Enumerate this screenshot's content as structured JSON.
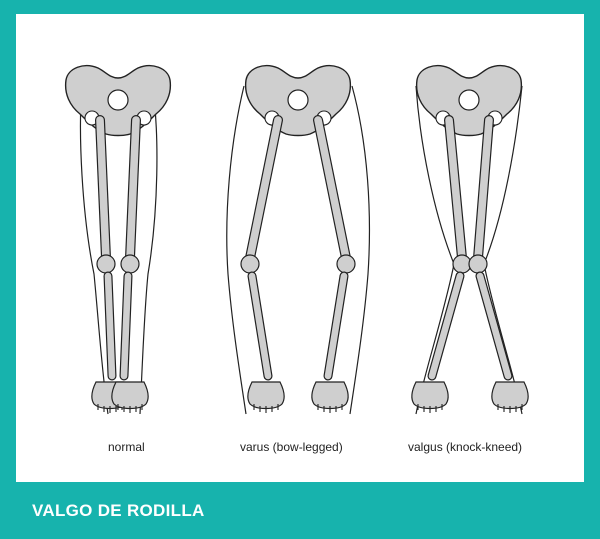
{
  "figure": {
    "labels": {
      "normal": "normal",
      "varus": "varus (bow-legged)",
      "valgus": "valgus (knock-kneed)"
    }
  },
  "footer": {
    "title": "VALGO DE RODILLA"
  },
  "colors": {
    "frame": "#17b3ad",
    "bone": "#cfcfcf",
    "outline": "#222222",
    "background": "#ffffff"
  }
}
